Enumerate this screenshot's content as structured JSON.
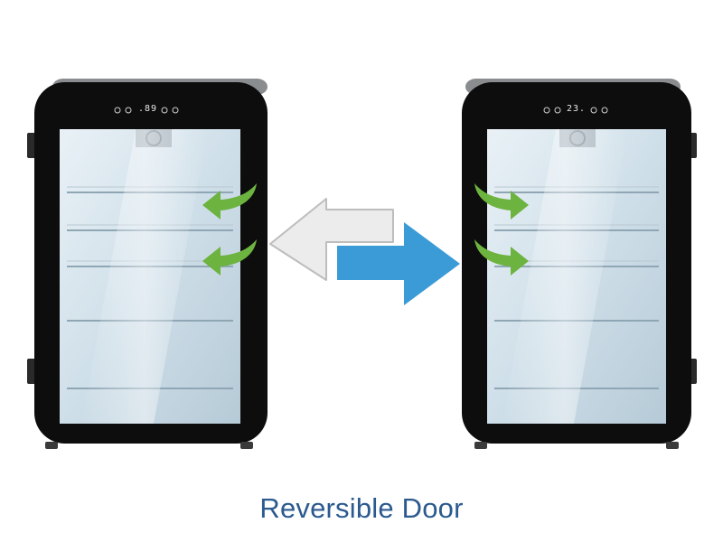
{
  "caption": "Reversible Door",
  "fridges": [
    {
      "id": "left",
      "display_reading": ".89",
      "hinge_side": "left"
    },
    {
      "id": "right",
      "display_reading": "23.",
      "hinge_side": "right"
    }
  ],
  "colors": {
    "green_arrow": "#6db33f",
    "blue_arrow": "#3b9bd6",
    "gray_arrow": "#e6e6e6",
    "caption": "#2b5a8f"
  }
}
